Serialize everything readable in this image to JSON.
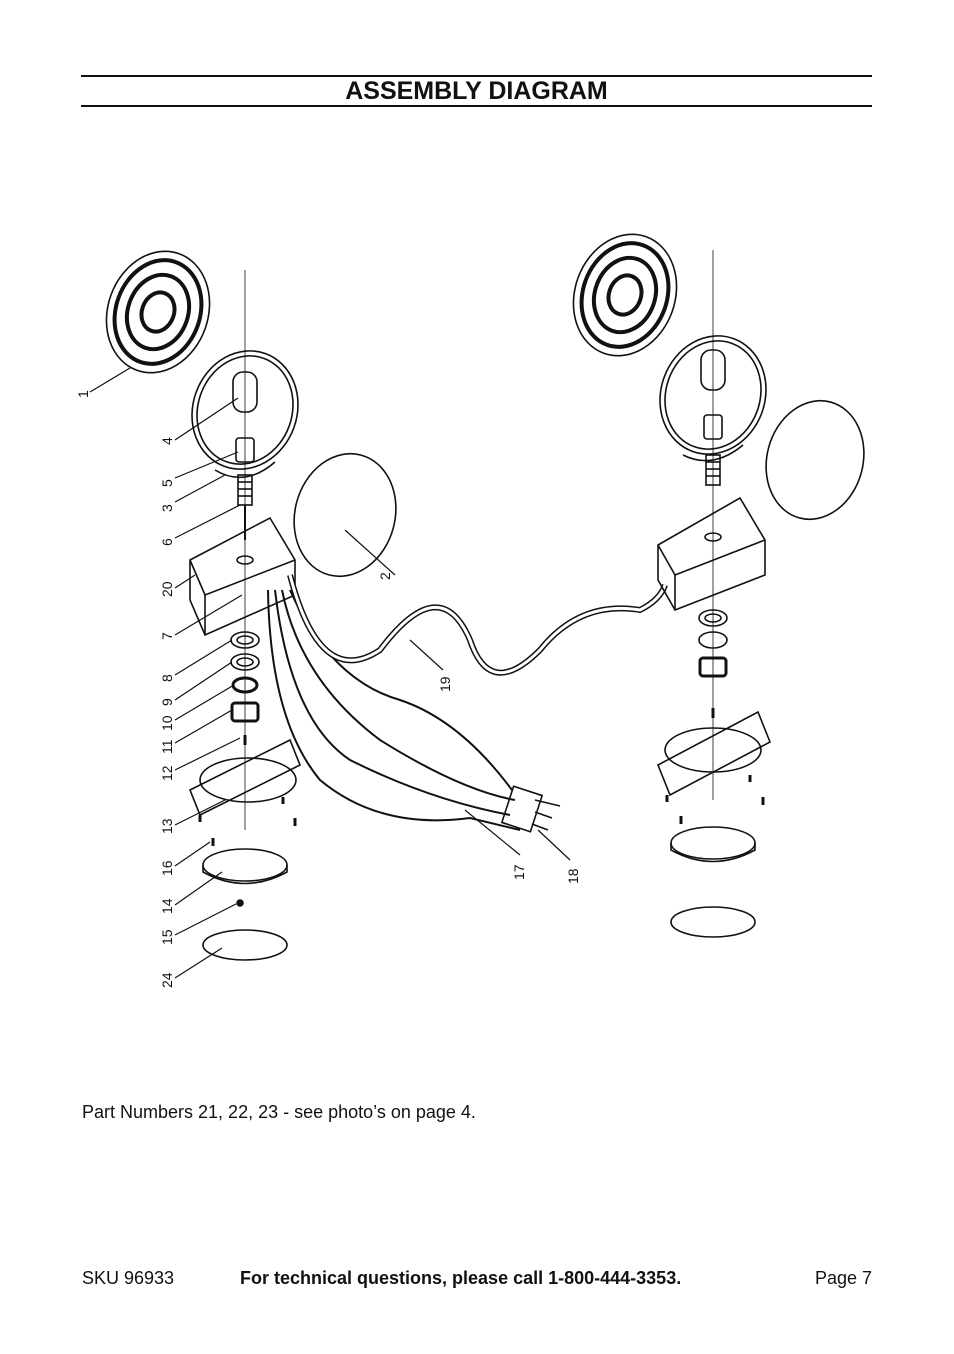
{
  "header": {
    "title": "ASSEMBLY DIAGRAM"
  },
  "diagram": {
    "part_labels": [
      "1",
      "4",
      "5",
      "3",
      "6",
      "20",
      "7",
      "8",
      "9",
      "10",
      "11",
      "12",
      "13",
      "16",
      "14",
      "15",
      "24",
      "2",
      "19",
      "17",
      "18"
    ]
  },
  "note": "Part Numbers 21, 22, 23 - see photo’s on page 4.",
  "footer": {
    "sku": "SKU 96933",
    "technical": "For technical questions, please call 1-800-444-3353.",
    "page": "Page 7"
  }
}
